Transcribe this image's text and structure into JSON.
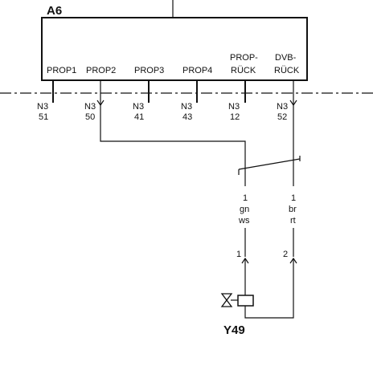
{
  "module": {
    "name": "A6",
    "pins": [
      "PROP1",
      "PROP2",
      "PROP3",
      "PROP4",
      "PROP-",
      "RÜCK",
      "DVB-",
      "RÜCK"
    ]
  },
  "connectors": [
    {
      "conn": "N3",
      "pin": "51"
    },
    {
      "conn": "N3",
      "pin": "50"
    },
    {
      "conn": "N3",
      "pin": "41"
    },
    {
      "conn": "N3",
      "pin": "43"
    },
    {
      "conn": "N3",
      "pin": "12"
    },
    {
      "conn": "N3",
      "pin": "52"
    }
  ],
  "wires": [
    {
      "num": "1",
      "color_a": "gn",
      "color_b": "ws"
    },
    {
      "num": "1",
      "color_a": "br",
      "color_b": "rt"
    }
  ],
  "valve_pins": [
    "1",
    "2"
  ],
  "valve": {
    "name": "Y49"
  }
}
